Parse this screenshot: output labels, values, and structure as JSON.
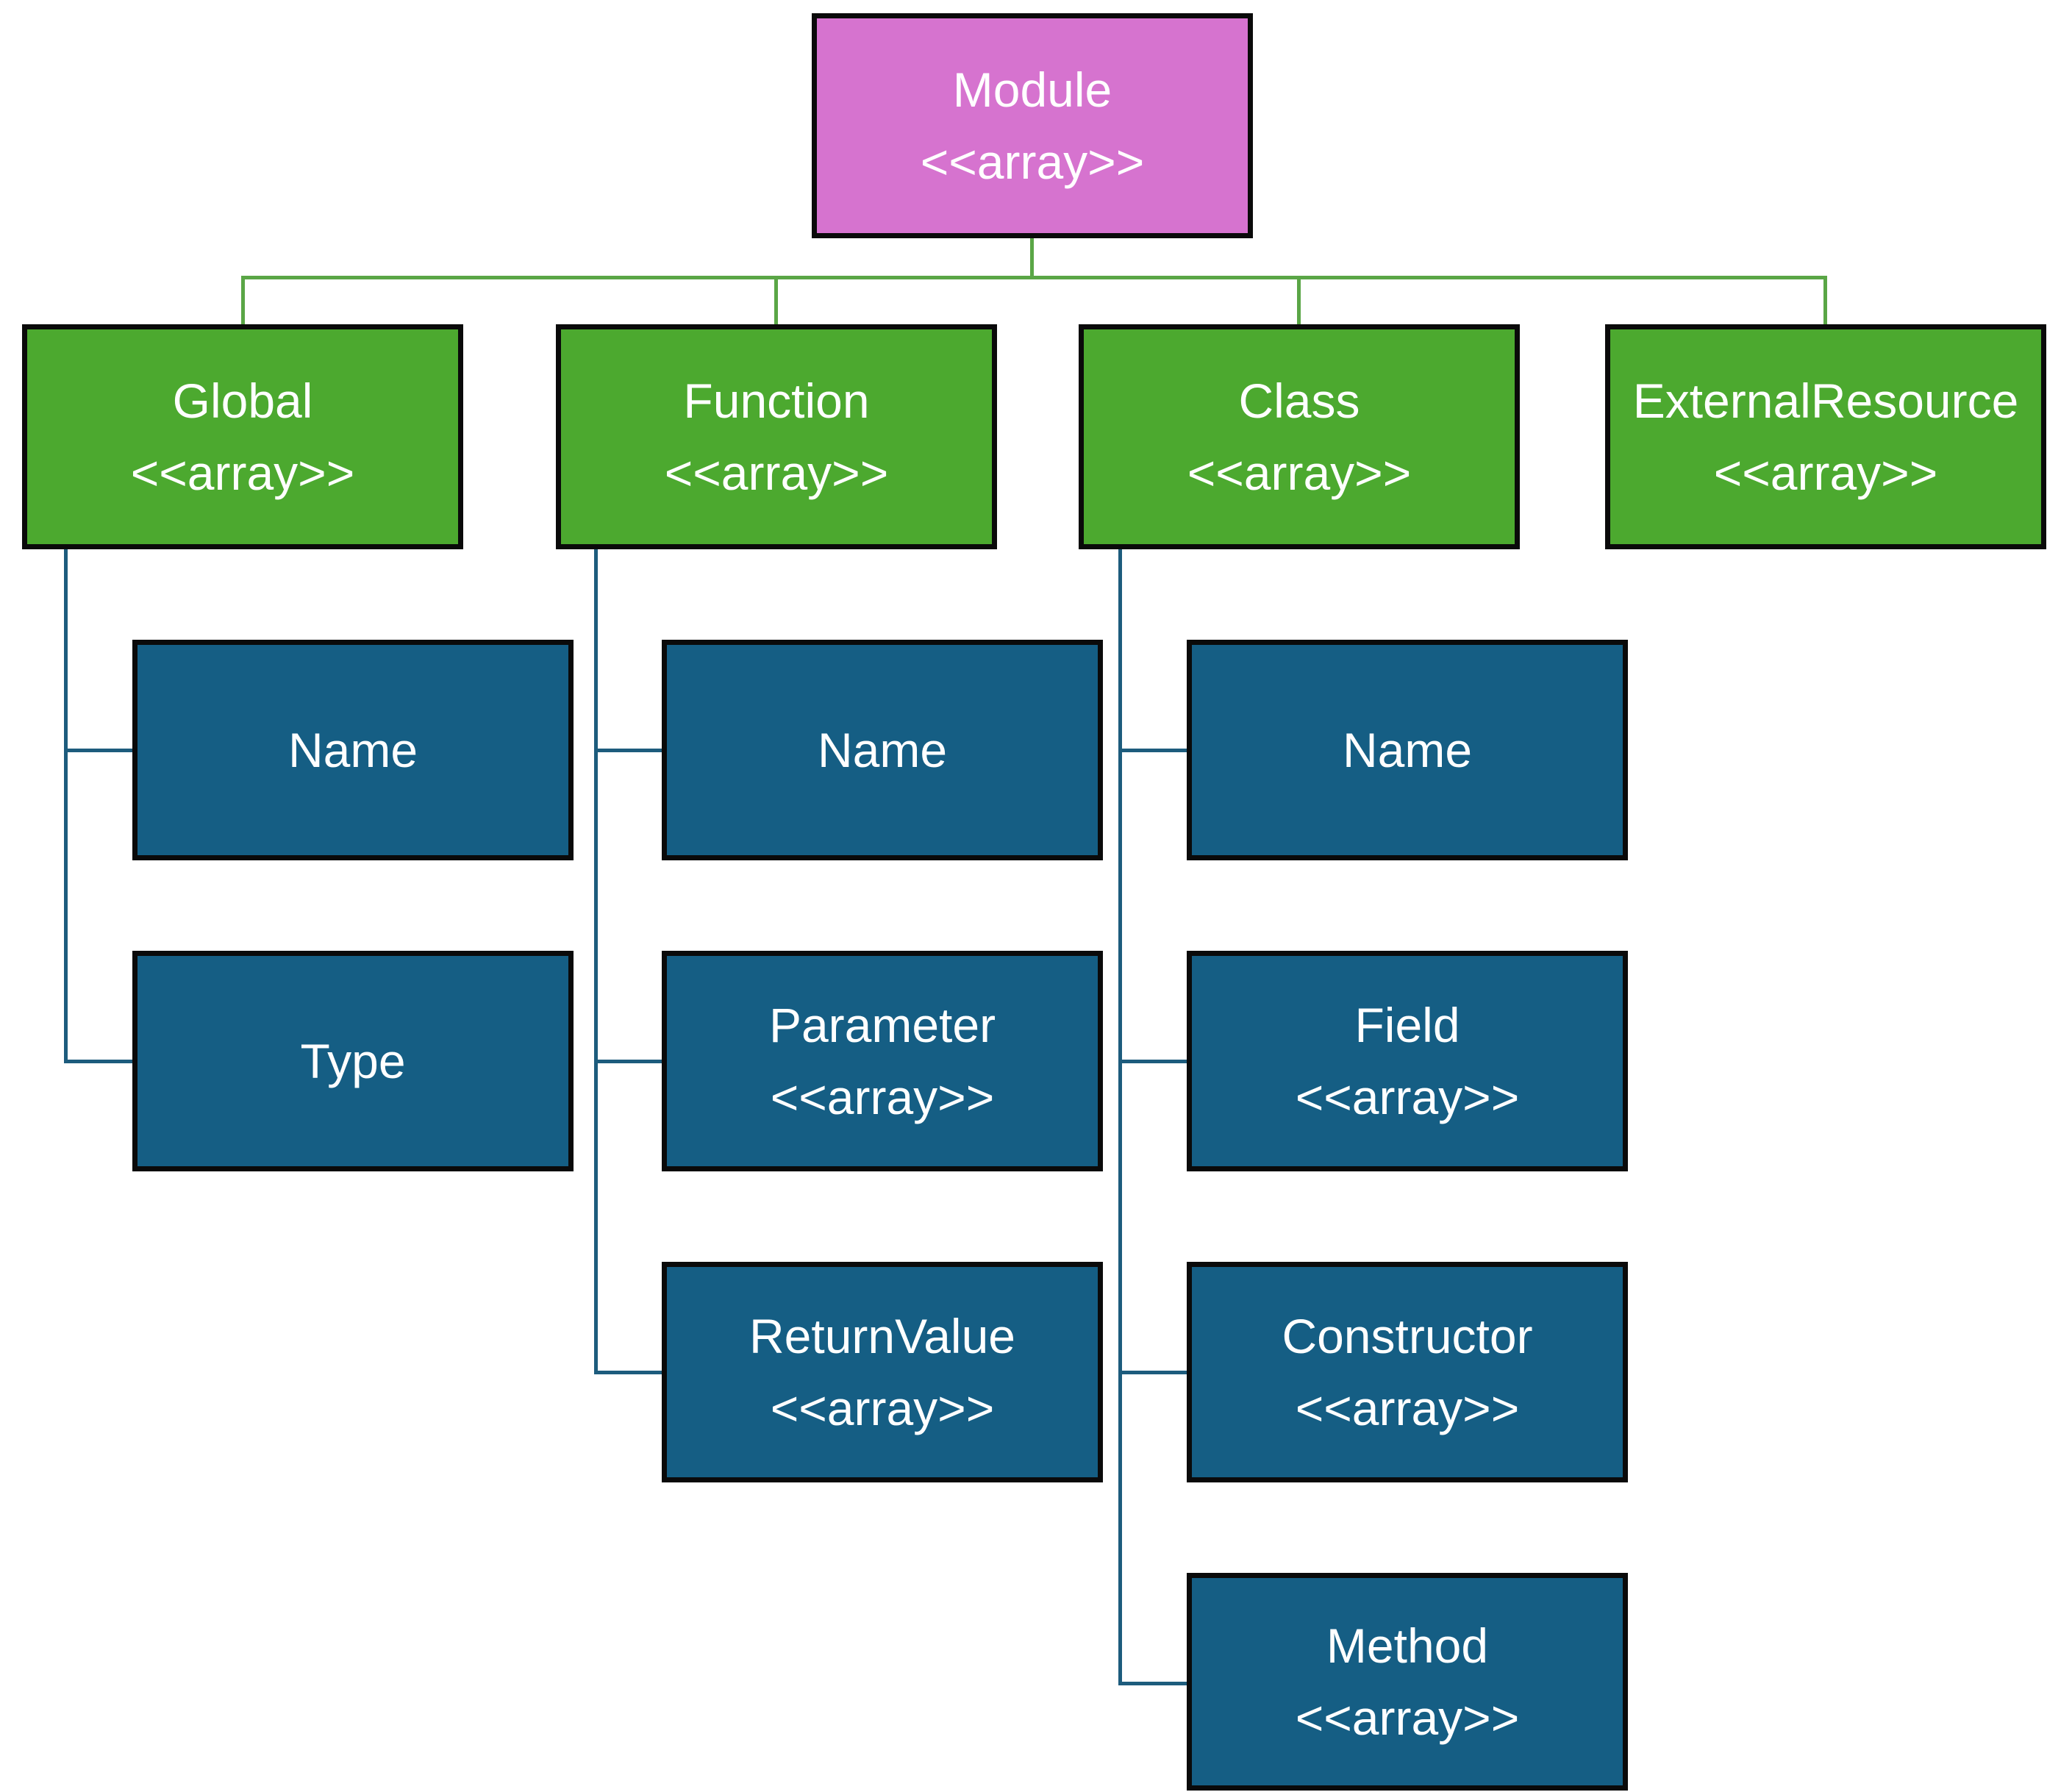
{
  "diagram": {
    "root": {
      "label": "Module",
      "stereotype": "<<array>>"
    },
    "level2": [
      {
        "id": "global",
        "label": "Global",
        "stereotype": "<<array>>"
      },
      {
        "id": "function",
        "label": "Function",
        "stereotype": "<<array>>"
      },
      {
        "id": "class",
        "label": "Class",
        "stereotype": "<<array>>"
      },
      {
        "id": "external-resource",
        "label": "ExternalResource",
        "stereotype": "<<array>>"
      }
    ],
    "children": {
      "global": [
        {
          "label": "Name"
        },
        {
          "label": "Type"
        }
      ],
      "function": [
        {
          "label": "Name"
        },
        {
          "label": "Parameter",
          "stereotype": "<<array>>"
        },
        {
          "label": "ReturnValue",
          "stereotype": "<<array>>"
        }
      ],
      "class": [
        {
          "label": "Name"
        },
        {
          "label": "Field",
          "stereotype": "<<array>>"
        },
        {
          "label": "Constructor",
          "stereotype": "<<array>>"
        },
        {
          "label": "Method",
          "stereotype": "<<array>>"
        }
      ]
    }
  },
  "colors": {
    "module-fill": "#d673cf",
    "level2-fill": "#4ca92f",
    "child-fill": "#155e84",
    "green-line": "#5aa646",
    "blue-line": "#1d5c7d",
    "border-color": "#0a0a0a",
    "text-color": "#ffffff"
  }
}
